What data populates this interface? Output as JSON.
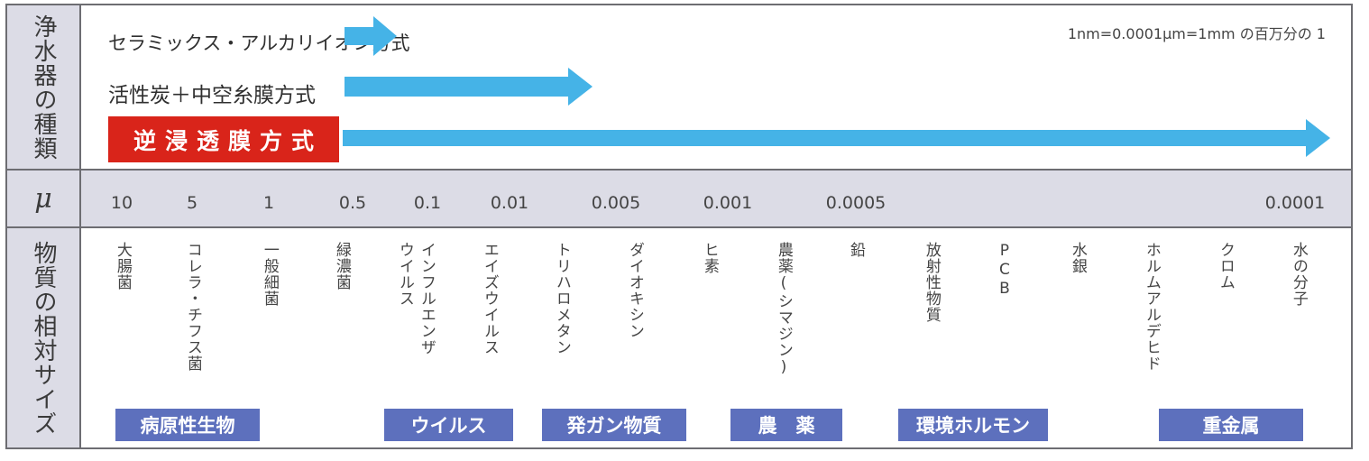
{
  "labels": {
    "types": "浄水器の種類",
    "unit": "μ",
    "sizes": "物質の相対サイズ"
  },
  "methods": {
    "ceramic": "セラミックス・アルカリイオン方式",
    "carbon": "活性炭＋中空糸膜方式",
    "reverse_osmosis": "逆浸透膜方式"
  },
  "note": "1nm=0.0001μm=1mm の百万分の 1",
  "scale": [
    "10",
    "5",
    "1",
    "0.5",
    "0.1",
    "0.01",
    "0.005",
    "0.001",
    "0.0005",
    "0.0001"
  ],
  "substances": [
    "大腸菌",
    "コレラ・チフス菌",
    "一般細菌",
    "緑濃菌",
    "インフルエンザ",
    "ウイルス",
    "エイズウイルス",
    "トリハロメタン",
    "ダイオキシン",
    "ヒ素",
    "農薬(シマジン)",
    "鉛",
    "放射性物質",
    "PCB",
    "水銀",
    "ホルムアルデヒド",
    "クロム",
    "水の分子"
  ],
  "categories": [
    "病原性生物",
    "ウイルス",
    "発ガン物質",
    "農　薬",
    "環境ホルモン",
    "重金属"
  ],
  "colors": {
    "arrow": "#45b3e7",
    "badge": "#d9241a",
    "category": "#5d70bd",
    "label_bg": "#dcdce6",
    "border": "#6d6d72"
  }
}
